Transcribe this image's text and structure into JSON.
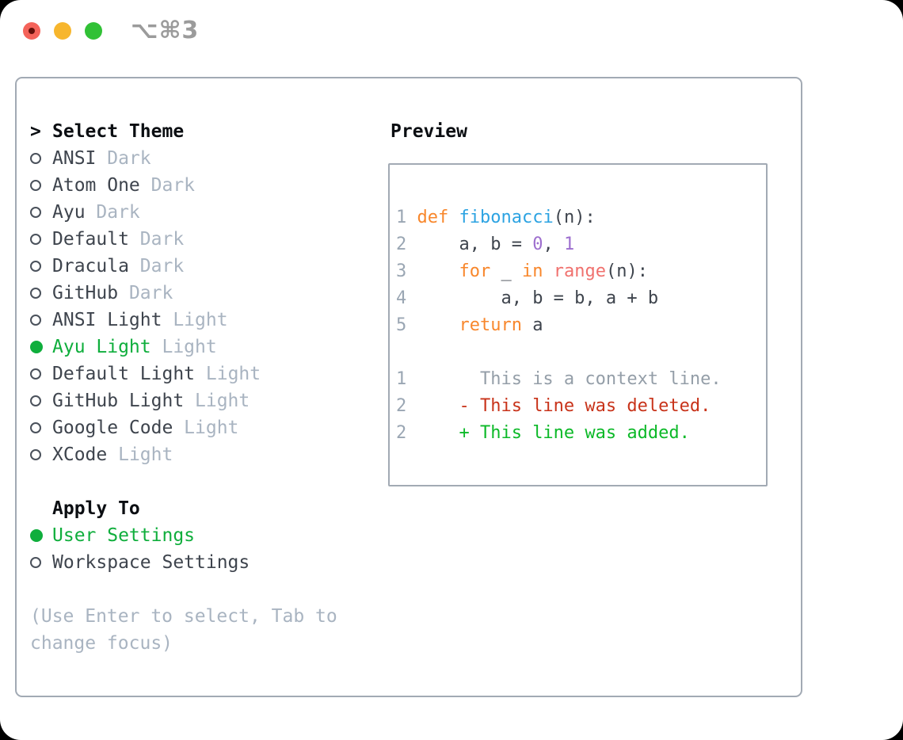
{
  "window": {
    "shortcut_label": "⌥⌘3"
  },
  "colors": {
    "accent_green": "#0fae3c",
    "muted_text": "#a9b4c1",
    "primary_text": "#3e444d",
    "heading_text": "#0b0e12",
    "border": "#a2aab4",
    "syntax_keyword": "#f8872c",
    "syntax_function": "#2ca3e2",
    "syntax_number": "#9d6ece",
    "syntax_call": "#f0716e",
    "diff_deleted": "#c8331a",
    "diff_added": "#0cb928",
    "traffic_red": "#f4635a",
    "traffic_yellow": "#f7b62d",
    "traffic_green": "#31c136"
  },
  "theme_panel": {
    "header_prefix": ">",
    "header": "Select Theme",
    "themes": [
      {
        "name": "ANSI ",
        "variant": "Dark",
        "selected": false
      },
      {
        "name": "Atom One ",
        "variant": "Dark",
        "selected": false
      },
      {
        "name": "Ayu ",
        "variant": "Dark",
        "selected": false
      },
      {
        "name": "Default ",
        "variant": "Dark",
        "selected": false
      },
      {
        "name": "Dracula ",
        "variant": "Dark",
        "selected": false
      },
      {
        "name": "GitHub ",
        "variant": "Dark",
        "selected": false
      },
      {
        "name": "ANSI Light ",
        "variant": "Light",
        "selected": false
      },
      {
        "name": "Ayu Light ",
        "variant": "Light",
        "selected": true
      },
      {
        "name": "Default Light ",
        "variant": "Light",
        "selected": false
      },
      {
        "name": "GitHub Light ",
        "variant": "Light",
        "selected": false
      },
      {
        "name": "Google Code ",
        "variant": "Light",
        "selected": false
      },
      {
        "name": "XCode ",
        "variant": "Light",
        "selected": false
      }
    ]
  },
  "apply_to": {
    "header": "Apply To",
    "options": [
      {
        "label": "User Settings",
        "selected": true
      },
      {
        "label": "Workspace Settings",
        "selected": false
      }
    ]
  },
  "help_text": "(Use Enter to select, Tab to change focus)",
  "preview": {
    "title": "Preview",
    "blocks": [
      {
        "lines": [
          [
            [
              "ln",
              "1"
            ],
            [
              "pl",
              " "
            ],
            [
              "kw",
              "def"
            ],
            [
              "pl",
              " "
            ],
            [
              "fn",
              "fibonacci"
            ],
            [
              "pl",
              "(n):"
            ]
          ],
          [
            [
              "ln",
              "2"
            ],
            [
              "pl",
              "     a, b = "
            ],
            [
              "num",
              "0"
            ],
            [
              "pl",
              ", "
            ],
            [
              "num",
              "1"
            ]
          ],
          [
            [
              "ln",
              "3"
            ],
            [
              "pl",
              "     "
            ],
            [
              "kw",
              "for"
            ],
            [
              "pl",
              " _ "
            ],
            [
              "kw",
              "in"
            ],
            [
              "pl",
              " "
            ],
            [
              "call",
              "range"
            ],
            [
              "pl",
              "(n):"
            ]
          ],
          [
            [
              "ln",
              "4"
            ],
            [
              "pl",
              "         a, b = b, a + b"
            ]
          ],
          [
            [
              "ln",
              "5"
            ],
            [
              "pl",
              "     "
            ],
            [
              "kw",
              "return"
            ],
            [
              "pl",
              " a"
            ]
          ]
        ]
      },
      {
        "lines": [
          [
            [
              "ln",
              "1"
            ],
            [
              "ctx",
              "       This is a context line."
            ]
          ],
          [
            [
              "ln",
              "2"
            ],
            [
              "del",
              "     - This line was deleted."
            ]
          ],
          [
            [
              "ln",
              "2"
            ],
            [
              "add",
              "     + This line was added."
            ]
          ]
        ]
      }
    ]
  }
}
